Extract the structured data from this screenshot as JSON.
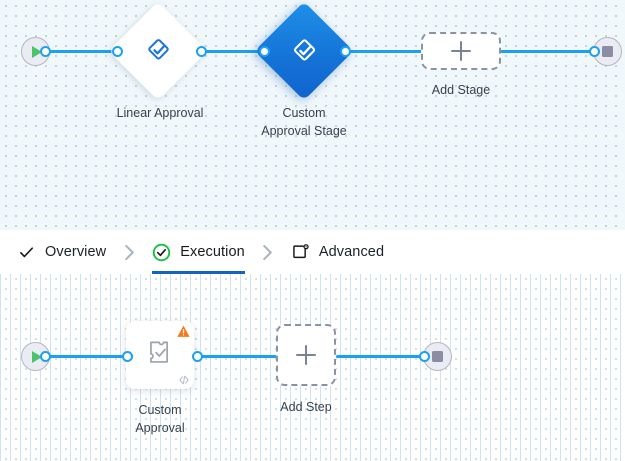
{
  "stage_canvas": {
    "name": "stage-graph-canvas",
    "background_color": "#f0f8fb",
    "edge_color": "#1ba0f2",
    "start_node": {
      "icon": "play-icon",
      "label": ""
    },
    "end_node": {
      "icon": "stop-icon",
      "label": ""
    },
    "nodes": [
      {
        "id": "linear-approval",
        "label": "Linear Approval",
        "shape": "diamond",
        "style": "light",
        "icon": "approval-diamond-check-icon",
        "selected": false
      },
      {
        "id": "custom-approval-stage",
        "label": "Custom\nApproval Stage",
        "shape": "diamond",
        "style": "accent",
        "icon": "approval-diamond-check-icon",
        "selected": true
      }
    ],
    "add_node": {
      "label": "Add Stage",
      "icon": "plus-icon"
    }
  },
  "tab_bar": {
    "name": "stage-configuration-tabs",
    "active_underline_color": "#1565c0",
    "tabs": [
      {
        "id": "overview",
        "label": "Overview",
        "icon": "check-icon",
        "state": "complete",
        "active": false
      },
      {
        "id": "execution",
        "label": "Execution",
        "icon": "check-circle-icon",
        "state": "complete",
        "active": true
      },
      {
        "id": "advanced",
        "label": "Advanced",
        "icon": "window-gear-icon",
        "state": "default",
        "active": false
      }
    ],
    "separator_icon": "chevron-right-icon"
  },
  "step_canvas": {
    "name": "step-graph-canvas",
    "background_color": "#ffffff",
    "edge_color": "#1ba0f2",
    "start_node": {
      "icon": "play-icon",
      "label": ""
    },
    "end_node": {
      "icon": "stop-icon",
      "label": ""
    },
    "nodes": [
      {
        "id": "custom-approval",
        "label": "Custom\nApproval",
        "shape": "card",
        "icon": "puzzle-check-icon",
        "warning_badge": {
          "icon": "warning-triangle-icon",
          "color": "#f47b20"
        },
        "code_badge": {
          "icon": "code-icon",
          "text": "</>"
        }
      }
    ],
    "add_node": {
      "label": "Add Step",
      "icon": "plus-icon"
    }
  }
}
